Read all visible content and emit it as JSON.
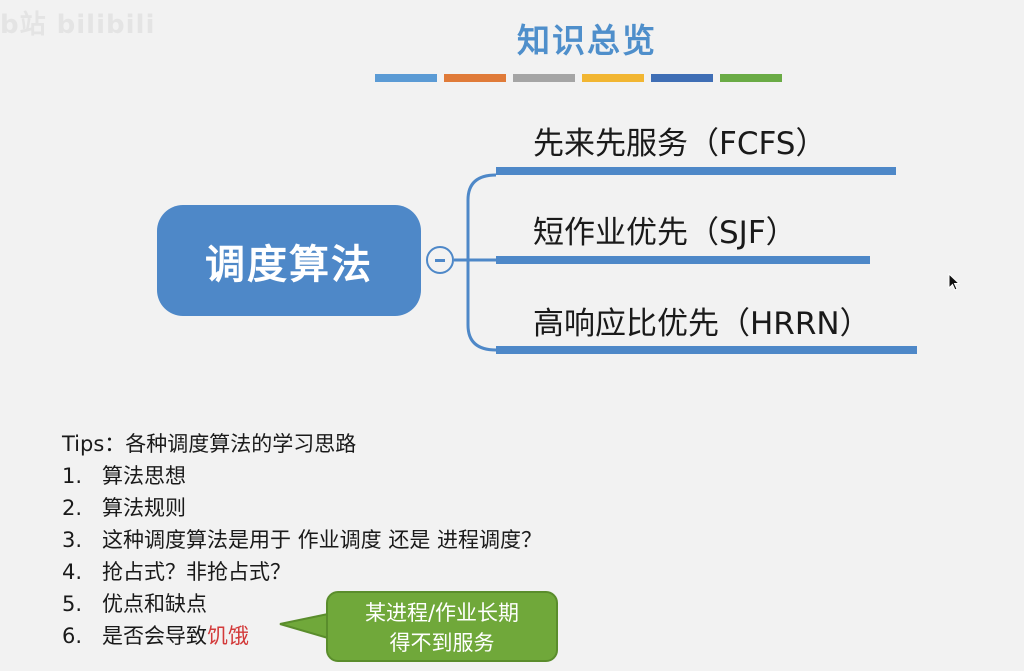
{
  "watermark": "b站 bilibili",
  "title": "知识总览",
  "color_bar_colors": [
    "#5b9bd5",
    "#e07b39",
    "#a5a5a5",
    "#f2b632",
    "#3f6eb5",
    "#6aab45"
  ],
  "root": {
    "label": "调度算法",
    "color": "#4e88c8"
  },
  "branches": [
    {
      "label": "先来先服务（FCFS）"
    },
    {
      "label": "短作业优先（SJF）"
    },
    {
      "label": "高响应比优先（HRRN）"
    }
  ],
  "tips": {
    "heading": "Tips：各种调度算法的学习思路",
    "items": [
      {
        "num": "1.",
        "text": "算法思想"
      },
      {
        "num": "2.",
        "text": "算法规则"
      },
      {
        "num": "3.",
        "text": "这种调度算法是用于 作业调度 还是 进程调度？"
      },
      {
        "num": "4.",
        "text": "抢占式？非抢占式？"
      },
      {
        "num": "5.",
        "text": "优点和缺点"
      },
      {
        "num": "6.",
        "text": "是否会导致",
        "highlight": "饥饿"
      }
    ]
  },
  "callout": {
    "line1": "某进程/作业长期",
    "line2": "得不到服务",
    "color": "#70a83a"
  }
}
